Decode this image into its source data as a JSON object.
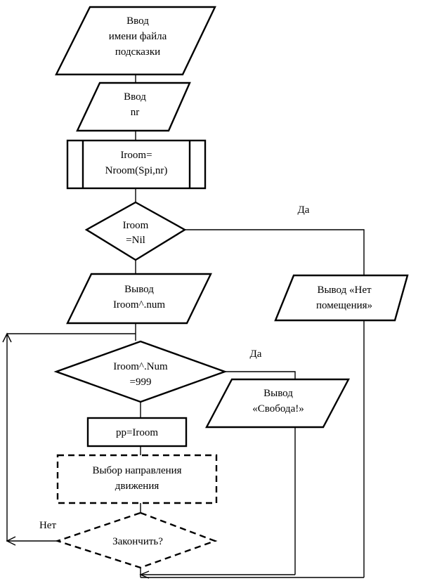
{
  "blocks": {
    "input_help_file": [
      "Ввод",
      "имени файла",
      "подсказки"
    ],
    "input_nr": [
      "Ввод",
      "nr"
    ],
    "proc_nroom": [
      "Iroom=",
      "Nroom(Spi,nr)"
    ],
    "cond_nil": [
      "Iroom",
      "=Nil"
    ],
    "output_num": [
      "Вывод",
      "Iroom^.num"
    ],
    "output_no_room": [
      "Вывод «Нет",
      "помещения»"
    ],
    "cond_999": [
      "Iroom^.Num",
      "=999"
    ],
    "output_free": [
      "Вывод",
      "«Свобода!»"
    ],
    "assign_pp": [
      "pp=Iroom"
    ],
    "choose_direction": [
      "Выбор направления",
      "движения"
    ],
    "cond_finish": [
      "Закончить?"
    ]
  },
  "labels": {
    "yes_nil": "Да",
    "yes_999": "Да",
    "no_finish": "Нет"
  }
}
